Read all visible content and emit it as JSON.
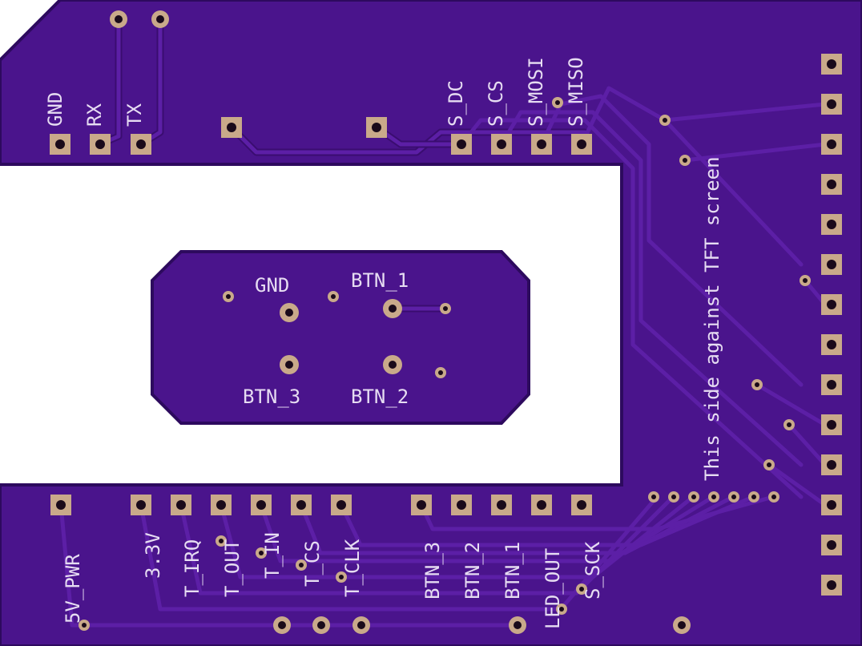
{
  "board": {
    "colors": {
      "mask": "#4a148c",
      "mask_edge": "#2d0a5e",
      "copper_trace": "#5c1fa6",
      "pad": "#c9a98a",
      "silkscreen": "#e6dcf2",
      "cutout": "#ffffff"
    },
    "top_header_labels": [
      "GND",
      "RX",
      "TX"
    ],
    "spi_labels": [
      "S_DC",
      "S_CS",
      "S_MOSI",
      "S_MISO"
    ],
    "bottom_labels": [
      "5V_PWR",
      "3.3V",
      "T_IRQ",
      "T_OUT",
      "T_IN",
      "T_CS",
      "T_CLK",
      "BTN_3",
      "BTN_2",
      "BTN_1",
      "LED_OUT",
      "S_SCK"
    ],
    "center_labels": {
      "gnd": "GND",
      "btn1": "BTN_1",
      "btn2": "BTN_2",
      "btn3": "BTN_3"
    },
    "side_note": "This side against TFT screen"
  }
}
